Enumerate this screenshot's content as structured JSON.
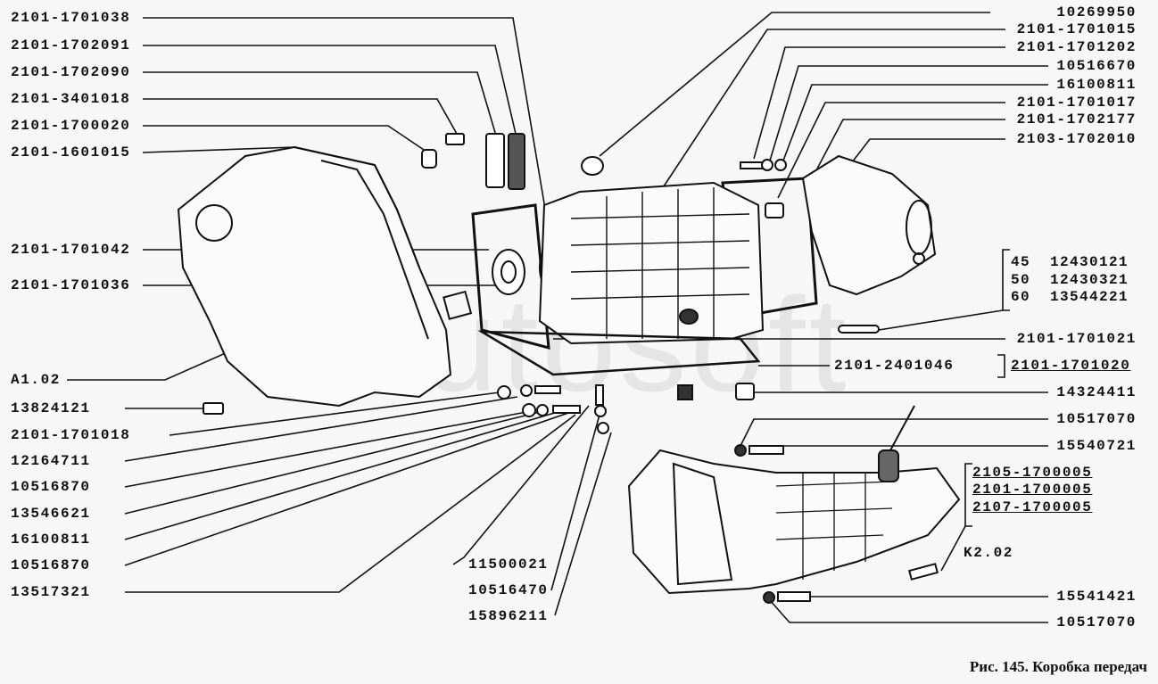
{
  "left_labels": [
    "2101-1701038",
    "2101-1702091",
    "2101-1702090",
    "2101-3401018",
    "2101-1700020",
    "2101-1601015",
    "2101-1701042",
    "2101-1701036",
    "A1.02",
    "13824121",
    "2101-1701018",
    "12164711",
    "10516870",
    "13546621",
    "16100811",
    "10516870",
    "13517321"
  ],
  "right_labels": [
    "10269950",
    "2101-1701015",
    "2101-1701202",
    "10516670",
    "16100811",
    "2101-1701017",
    "2101-1702177",
    "2103-1702010",
    "2101-1701021",
    "14324411",
    "10517070",
    "15540721",
    "15541421",
    "10517070"
  ],
  "mid_labels": [
    "2101-2401046",
    "11500021",
    "10516470",
    "15896211",
    "K2.02"
  ],
  "assembly_label": "2101-1701020",
  "gearbox_variants": [
    "2105-1700005",
    "2101-1700005",
    "2107-1700005"
  ],
  "length_table": [
    {
      "length": "45",
      "part": "12430121"
    },
    {
      "length": "50",
      "part": "12430321"
    },
    {
      "length": "60",
      "part": "13544221"
    }
  ],
  "caption": "Рис. 145. Коробка передач",
  "watermark": "Autosoft"
}
